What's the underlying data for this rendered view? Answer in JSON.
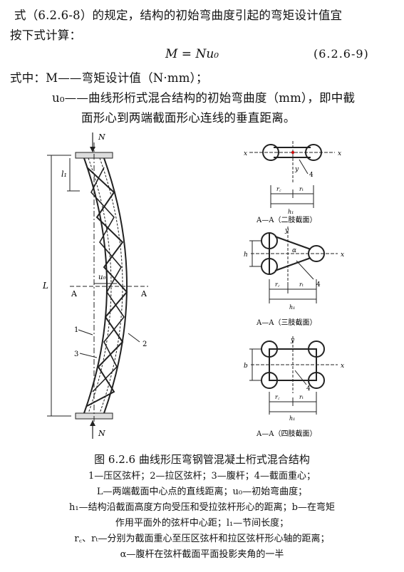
{
  "text": {
    "line1": "式（6.2.6-8）的规定，结构的初始弯曲度引起的弯矩设计值宜",
    "line2": "按下式计算：",
    "equation": "M = Nu₀",
    "equation_number": "(6.2.6-9)",
    "where_line": "式中：M——弯矩设计值（N·mm）；",
    "u0_line1": "u₀——曲线形桁式混合结构的初始弯曲度（mm），即中截",
    "u0_line2": "面形心到两端截面形心连线的垂直距离。"
  },
  "figure": {
    "labels": {
      "N_top": "N",
      "N_bottom": "N",
      "l1": "l₁",
      "L": "L",
      "u0": "u₀",
      "A_left": "A",
      "A_right": "A",
      "n1": "1",
      "n2": "2",
      "n3": "3",
      "x": "x",
      "y": "y",
      "n4": "4",
      "rc": "r꜀",
      "rt": "rₜ",
      "h1": "h₁",
      "h": "h",
      "b": "b",
      "alpha": "α"
    },
    "section_titles": {
      "two_limb": "A—A（二肢截面）",
      "three_limb": "A—A（三肢截面）",
      "four_limb": "A—A（四肢截面）"
    }
  },
  "caption": {
    "title": "图 6.2.6   曲线形压弯钢管混凝土桁式混合结构",
    "lines": [
      "1—压区弦杆；2—拉区弦杆；3—腹杆；4—截面重心；",
      "L—两端截面中心点的直线距离；u₀—初始弯曲度；",
      "h₁—结构沿截面高度方向受压和受拉弦杆形心的距离；b—在弯矩",
      "作用平面外的弦杆中心距；l₁—节间长度；",
      "r꜀、rₜ—分别为截面重心至压区弦杆和拉区弦杆形心轴的距离；",
      "α—腹杆在弦杆截面平面投影夹角的一半"
    ]
  }
}
